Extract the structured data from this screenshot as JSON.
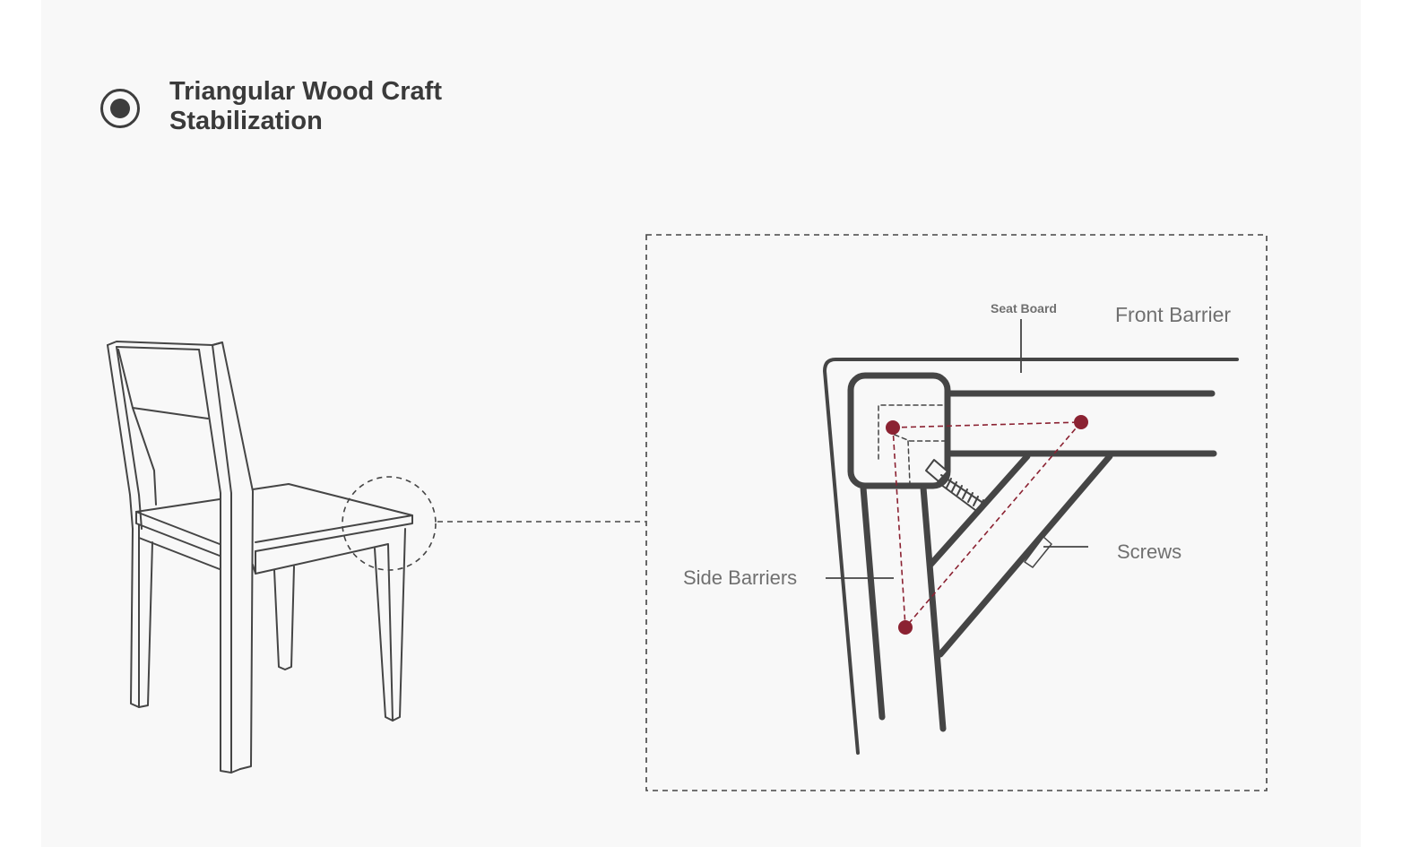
{
  "header": {
    "title_line1": "Triangular Wood Craft",
    "title_line2": "Stabilization"
  },
  "labels": {
    "seat_board": "Seat Board",
    "front_barrier": "Front Barrier",
    "screws": "Screws",
    "side_barriers": "Side Barriers"
  },
  "colors": {
    "line": "#454545",
    "accent": "#8b2232",
    "background": "#f8f8f8"
  },
  "icons": {
    "title_marker": "radio-selected-icon"
  }
}
